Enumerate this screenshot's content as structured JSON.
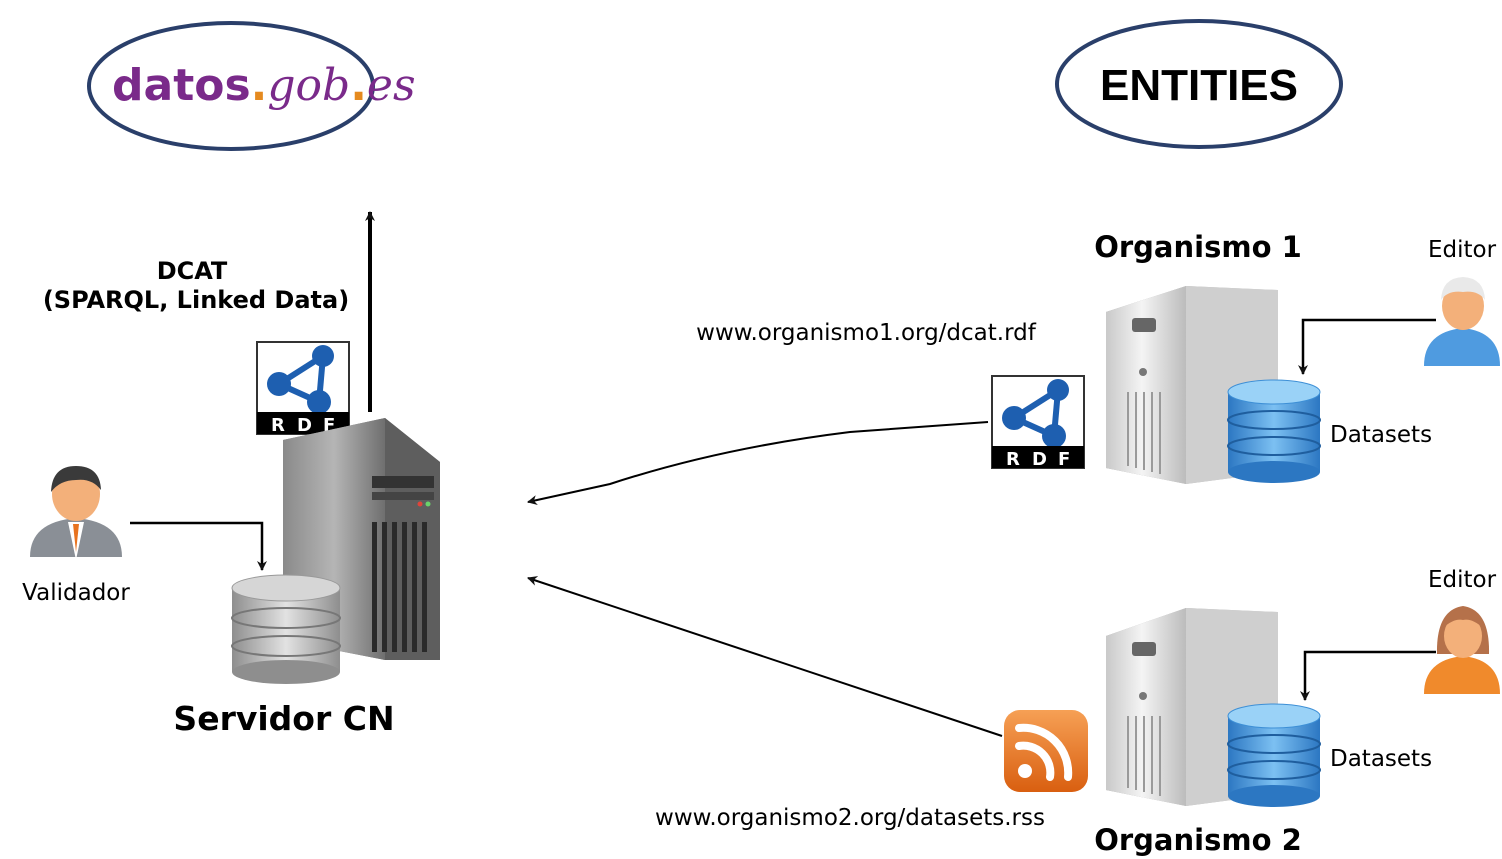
{
  "logos": {
    "datos_word": "datos",
    "datos_gob": "gob",
    "datos_dot2": ".",
    "datos_es": "es",
    "entities_label": "ENTITIES"
  },
  "central": {
    "output_line1": "DCAT",
    "output_line2": "(SPARQL, Linked Data)",
    "server_label": "Servidor CN",
    "validator_label": "Validador"
  },
  "organismo1": {
    "name": "Organismo 1",
    "url": "www.organismo1.org/dcat.rdf",
    "editor_label": "Editor",
    "datasets_label": "Datasets"
  },
  "organismo2": {
    "name": "Organismo 2",
    "url": "www.organismo2.org/datasets.rss",
    "editor_label": "Editor",
    "datasets_label": "Datasets"
  },
  "rdf_badge": {
    "letters": [
      "R",
      "D",
      "F"
    ]
  },
  "colors": {
    "datos_purple": "#7a2a8a",
    "ellipse_stroke": "#2a3f6a",
    "db_blue": "#3d8fd6",
    "db_grey": "#9a9a9a",
    "rss_orange": "#e8731f",
    "rdf_blue": "#1e5fb0"
  }
}
